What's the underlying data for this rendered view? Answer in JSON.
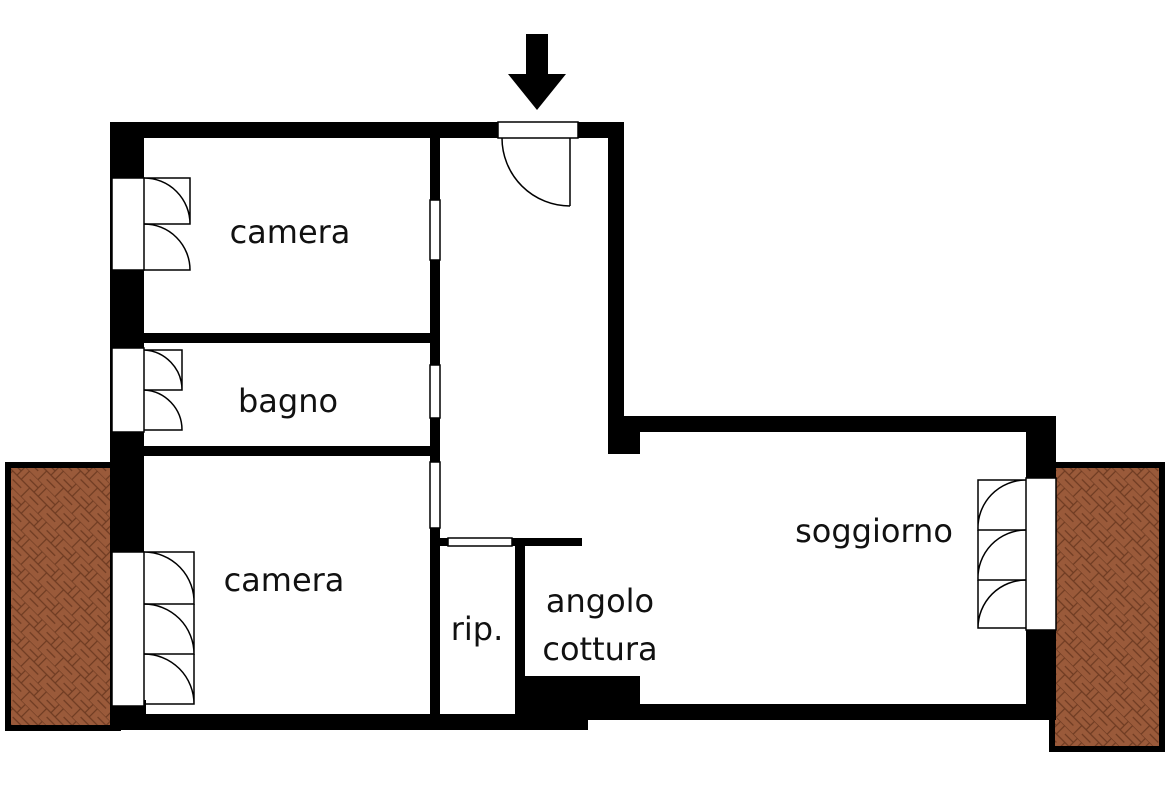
{
  "floorplan": {
    "rooms": {
      "camera_top": "camera",
      "bagno": "bagno",
      "camera_bottom": "camera",
      "ripostiglio": "rip.",
      "angolo_cottura_line1": "angolo",
      "angolo_cottura_line2": "cottura",
      "soggiorno": "soggiorno"
    },
    "colors": {
      "wall": "#000000",
      "terrace_fill": "#9a5a3a",
      "terrace_brick_line": "#6e3b22",
      "background": "#ffffff"
    },
    "icons": {
      "entrance": "arrow-down-icon"
    }
  }
}
